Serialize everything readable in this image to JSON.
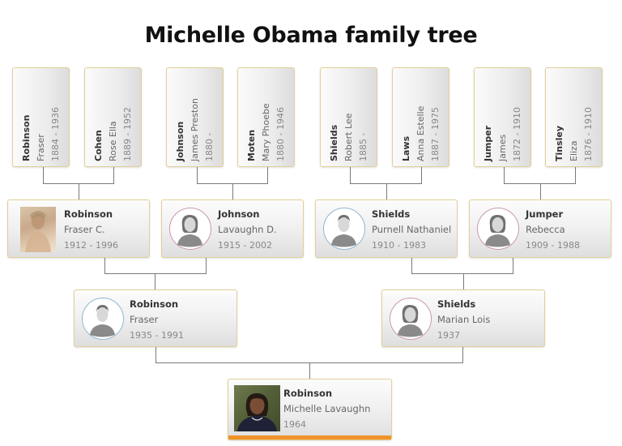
{
  "title": "Michelle Obama family tree",
  "colors": {
    "card_border": "#e3cf97",
    "connector": "#7a7a7a",
    "male_ring": "#8fb7cf",
    "female_ring": "#c99ab0",
    "focus_bar": "#f0922a"
  },
  "great_grandparents": [
    {
      "surname": "Robinson",
      "given": "Fraser",
      "years": "1884 - 1936"
    },
    {
      "surname": "Cohen",
      "given": "Rose Ella",
      "years": "1889 - 1952"
    },
    {
      "surname": "Johnson",
      "given": "James Preston",
      "years": "1880 -"
    },
    {
      "surname": "Moten",
      "given": "Mary Phoebe",
      "years": "1880 - 1946"
    },
    {
      "surname": "Shields",
      "given": "Robert Lee",
      "years": "1885 -"
    },
    {
      "surname": "Laws",
      "given": "Anna Estelle",
      "years": "1887 - 1975"
    },
    {
      "surname": "Jumper",
      "given": "James",
      "years": "1872 - 1910"
    },
    {
      "surname": "Tinsley",
      "given": "Eliza",
      "years": "1876 - 1910"
    }
  ],
  "grandparents": [
    {
      "surname": "Robinson",
      "given": "Fraser C.",
      "years": "1912 - 1996",
      "avatar": "photo-portrait"
    },
    {
      "surname": "Johnson",
      "given": "Lavaughn D.",
      "years": "1915 - 2002",
      "avatar": "female-silhouette-icon"
    },
    {
      "surname": "Shields",
      "given": "Purnell Nathaniel",
      "years": "1910 - 1983",
      "avatar": "male-silhouette-icon"
    },
    {
      "surname": "Jumper",
      "given": "Rebecca",
      "years": "1909 - 1988",
      "avatar": "female-silhouette-icon"
    }
  ],
  "parents": [
    {
      "surname": "Robinson",
      "given": "Fraser",
      "years": "1935 - 1991",
      "avatar": "male-silhouette-icon"
    },
    {
      "surname": "Shields",
      "given": "Marian Lois",
      "years": "1937",
      "avatar": "female-silhouette-icon"
    }
  ],
  "focus": {
    "surname": "Robinson",
    "given": "Michelle Lavaughn",
    "years": "1964",
    "avatar": "photo-portrait"
  }
}
